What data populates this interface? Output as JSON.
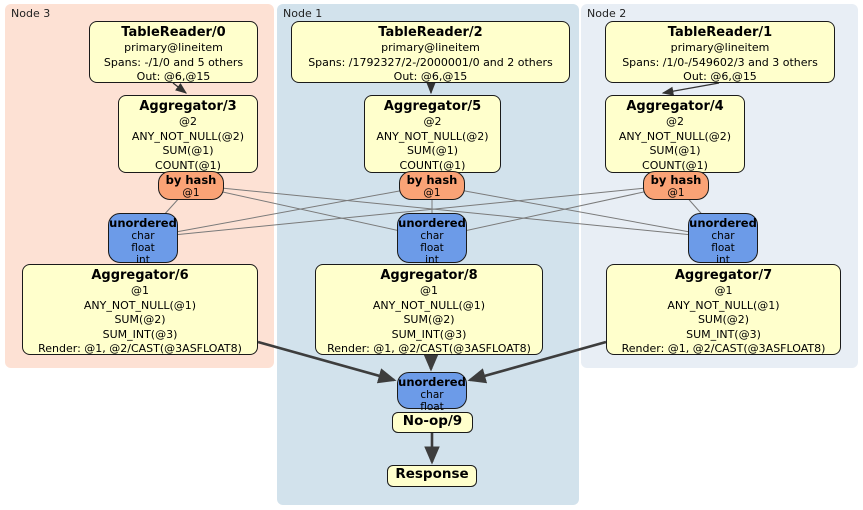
{
  "colors": {
    "node3-bg": "#fde1d4",
    "node1-bg": "#d2e2ec",
    "node2-bg": "#e8eef5",
    "box-yellow": "#ffffcc",
    "router-orange": "#faa376",
    "sync-blue": "#6c9be8",
    "edge-thin": "#7a7a7a",
    "edge-dark": "#3d3d3d"
  },
  "nodes": [
    {
      "label": "Node 3",
      "table_reader": {
        "title": "TableReader/0",
        "lines": [
          "primary@lineitem",
          "Spans: -/1/0 and 5 others",
          "Out: @6,@15"
        ]
      },
      "aggregator_top": {
        "title": "Aggregator/3",
        "lines": [
          "@2",
          "ANY_NOT_NULL(@2)",
          "SUM(@1)",
          "COUNT(@1)"
        ]
      },
      "router": {
        "title": "by hash",
        "lines": [
          "@1"
        ]
      },
      "synchronizer": {
        "title": "unordered",
        "lines": [
          "char",
          "float",
          "int"
        ]
      },
      "aggregator_bottom": {
        "title": "Aggregator/6",
        "lines": [
          "@1",
          "ANY_NOT_NULL(@1)",
          "SUM(@2)",
          "SUM_INT(@3)",
          "Render: @1, @2/CAST(@3ASFLOAT8)"
        ]
      }
    },
    {
      "label": "Node 1",
      "table_reader": {
        "title": "TableReader/2",
        "lines": [
          "primary@lineitem",
          "Spans: /1792327/2-/2000001/0 and 2 others",
          "Out: @6,@15"
        ]
      },
      "aggregator_top": {
        "title": "Aggregator/5",
        "lines": [
          "@2",
          "ANY_NOT_NULL(@2)",
          "SUM(@1)",
          "COUNT(@1)"
        ]
      },
      "router": {
        "title": "by hash",
        "lines": [
          "@1"
        ]
      },
      "synchronizer": {
        "title": "unordered",
        "lines": [
          "char",
          "float",
          "int"
        ]
      },
      "aggregator_bottom": {
        "title": "Aggregator/8",
        "lines": [
          "@1",
          "ANY_NOT_NULL(@1)",
          "SUM(@2)",
          "SUM_INT(@3)",
          "Render: @1, @2/CAST(@3ASFLOAT8)"
        ]
      }
    },
    {
      "label": "Node 2",
      "table_reader": {
        "title": "TableReader/1",
        "lines": [
          "primary@lineitem",
          "Spans: /1/0-/549602/3 and 3 others",
          "Out: @6,@15"
        ]
      },
      "aggregator_top": {
        "title": "Aggregator/4",
        "lines": [
          "@2",
          "ANY_NOT_NULL(@2)",
          "SUM(@1)",
          "COUNT(@1)"
        ]
      },
      "router": {
        "title": "by hash",
        "lines": [
          "@1"
        ]
      },
      "synchronizer": {
        "title": "unordered",
        "lines": [
          "char",
          "float",
          "int"
        ]
      },
      "aggregator_bottom": {
        "title": "Aggregator/7",
        "lines": [
          "@1",
          "ANY_NOT_NULL(@1)",
          "SUM(@2)",
          "SUM_INT(@3)",
          "Render: @1, @2/CAST(@3ASFLOAT8)"
        ]
      }
    }
  ],
  "final": {
    "synchronizer": {
      "title": "unordered",
      "lines": [
        "char",
        "float"
      ]
    },
    "noop": {
      "title": "No-op/9"
    },
    "response": {
      "title": "Response"
    }
  }
}
